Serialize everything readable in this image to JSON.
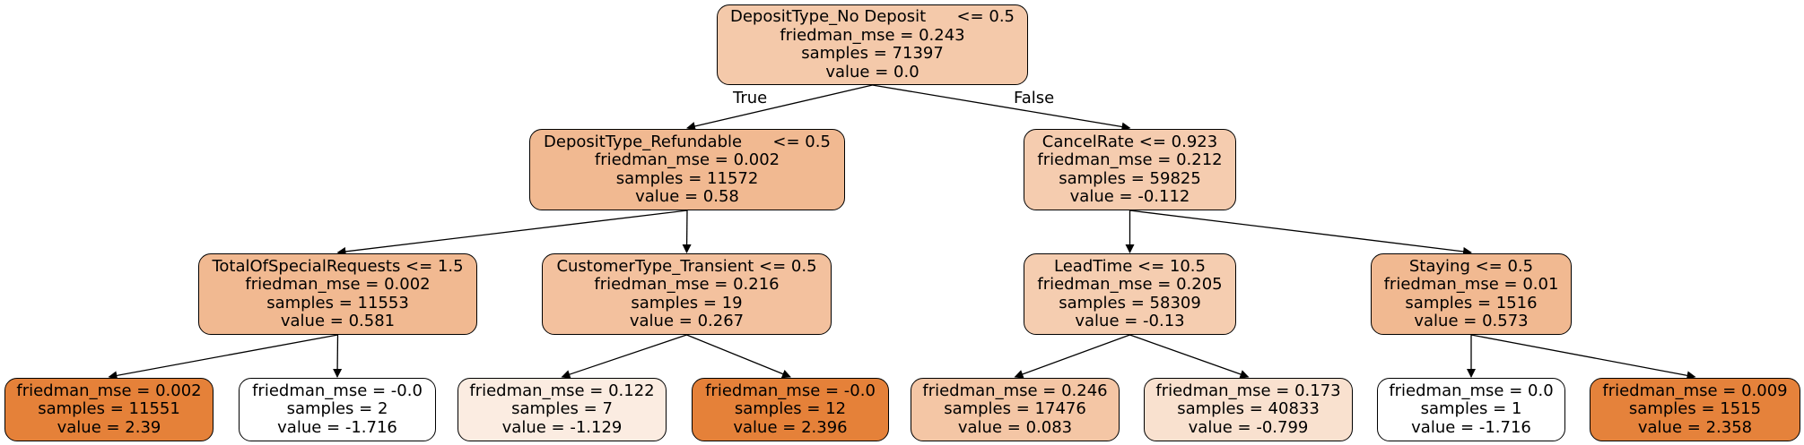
{
  "tree": {
    "nodes": [
      {
        "id": "n0",
        "lines": [
          "DepositType_No Deposit      <= 0.5",
          "friedman_mse = 0.243",
          "samples = 71397",
          "value = 0.0"
        ],
        "fill": "#f4c9aa"
      },
      {
        "id": "n1",
        "lines": [
          "DepositType_Refundable      <= 0.5",
          "friedman_mse = 0.002",
          "samples = 11572",
          "value = 0.58"
        ],
        "fill": "#f1b991"
      },
      {
        "id": "n2",
        "lines": [
          "CancelRate <= 0.923",
          "friedman_mse = 0.212",
          "samples = 59825",
          "value = -0.112"
        ],
        "fill": "#f5ccaf"
      },
      {
        "id": "n3",
        "lines": [
          "TotalOfSpecialRequests <= 1.5",
          "friedman_mse = 0.002",
          "samples = 11553",
          "value = 0.581"
        ],
        "fill": "#f1b991"
      },
      {
        "id": "n4",
        "lines": [
          "CustomerType_Transient <= 0.5",
          "friedman_mse = 0.216",
          "samples = 19",
          "value = 0.267"
        ],
        "fill": "#f3c19e"
      },
      {
        "id": "n5",
        "lines": [
          "LeadTime <= 10.5",
          "friedman_mse = 0.205",
          "samples = 58309",
          "value = -0.13"
        ],
        "fill": "#f5cdb0"
      },
      {
        "id": "n6",
        "lines": [
          "Staying <= 0.5",
          "friedman_mse = 0.01",
          "samples = 1516",
          "value = 0.573"
        ],
        "fill": "#f1b991"
      },
      {
        "id": "n7",
        "lines": [
          "friedman_mse = 0.002",
          "samples = 11551",
          "value = 2.39"
        ],
        "fill": "#e58139"
      },
      {
        "id": "n8",
        "lines": [
          "friedman_mse = -0.0",
          "samples = 2",
          "value = -1.716"
        ],
        "fill": "#ffffff"
      },
      {
        "id": "n9",
        "lines": [
          "friedman_mse = 0.122",
          "samples = 7",
          "value = -1.129"
        ],
        "fill": "#fbece1"
      },
      {
        "id": "n10",
        "lines": [
          "friedman_mse = -0.0",
          "samples = 12",
          "value = 2.396"
        ],
        "fill": "#e58139"
      },
      {
        "id": "n11",
        "lines": [
          "friedman_mse = 0.246",
          "samples = 17476",
          "value = 0.083"
        ],
        "fill": "#f4c6a5"
      },
      {
        "id": "n12",
        "lines": [
          "friedman_mse = 0.173",
          "samples = 40833",
          "value = -0.799"
        ],
        "fill": "#f9e1cf"
      },
      {
        "id": "n13",
        "lines": [
          "friedman_mse = 0.0",
          "samples = 1",
          "value = -1.716"
        ],
        "fill": "#ffffff"
      },
      {
        "id": "n14",
        "lines": [
          "friedman_mse = 0.009",
          "samples = 1515",
          "value = 2.358"
        ],
        "fill": "#e5823b"
      }
    ],
    "edges": [
      {
        "from": "n0",
        "to": "n1",
        "label": "True"
      },
      {
        "from": "n0",
        "to": "n2",
        "label": "False"
      },
      {
        "from": "n1",
        "to": "n3",
        "label": ""
      },
      {
        "from": "n1",
        "to": "n4",
        "label": ""
      },
      {
        "from": "n2",
        "to": "n5",
        "label": ""
      },
      {
        "from": "n2",
        "to": "n6",
        "label": ""
      },
      {
        "from": "n3",
        "to": "n7",
        "label": ""
      },
      {
        "from": "n3",
        "to": "n8",
        "label": ""
      },
      {
        "from": "n4",
        "to": "n9",
        "label": ""
      },
      {
        "from": "n4",
        "to": "n10",
        "label": ""
      },
      {
        "from": "n5",
        "to": "n11",
        "label": ""
      },
      {
        "from": "n5",
        "to": "n12",
        "label": ""
      },
      {
        "from": "n6",
        "to": "n13",
        "label": ""
      },
      {
        "from": "n6",
        "to": "n14",
        "label": ""
      }
    ]
  }
}
